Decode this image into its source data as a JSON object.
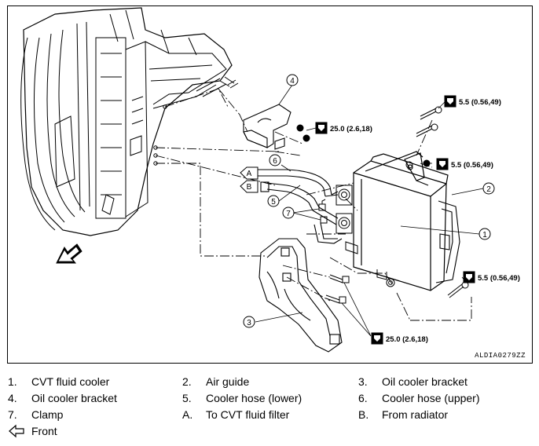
{
  "diagram": {
    "reference_code": "ALDIA0279ZZ",
    "callouts": [
      "1",
      "2",
      "3",
      "4",
      "5",
      "6",
      "7"
    ],
    "letters": [
      "A",
      "B"
    ],
    "torques": [
      "5.5 (0.56,49)",
      "25.0 (2.6,18)",
      "5.5 (0.56,49)",
      "5.5 (0.56,49)",
      "25.0 (2.6,18)"
    ]
  },
  "legend": {
    "items": [
      {
        "key": "1.",
        "label": "CVT fluid cooler"
      },
      {
        "key": "2.",
        "label": "Air guide"
      },
      {
        "key": "3.",
        "label": "Oil cooler bracket"
      },
      {
        "key": "4.",
        "label": "Oil cooler bracket"
      },
      {
        "key": "5.",
        "label": "Cooler hose (lower)"
      },
      {
        "key": "6.",
        "label": "Cooler hose (upper)"
      },
      {
        "key": "7.",
        "label": "Clamp"
      },
      {
        "key": "A.",
        "label": "To CVT fluid filter"
      },
      {
        "key": "B.",
        "label": "From radiator"
      }
    ],
    "front_label": "Front",
    "front_icon": "hollow-left-arrow-icon"
  }
}
